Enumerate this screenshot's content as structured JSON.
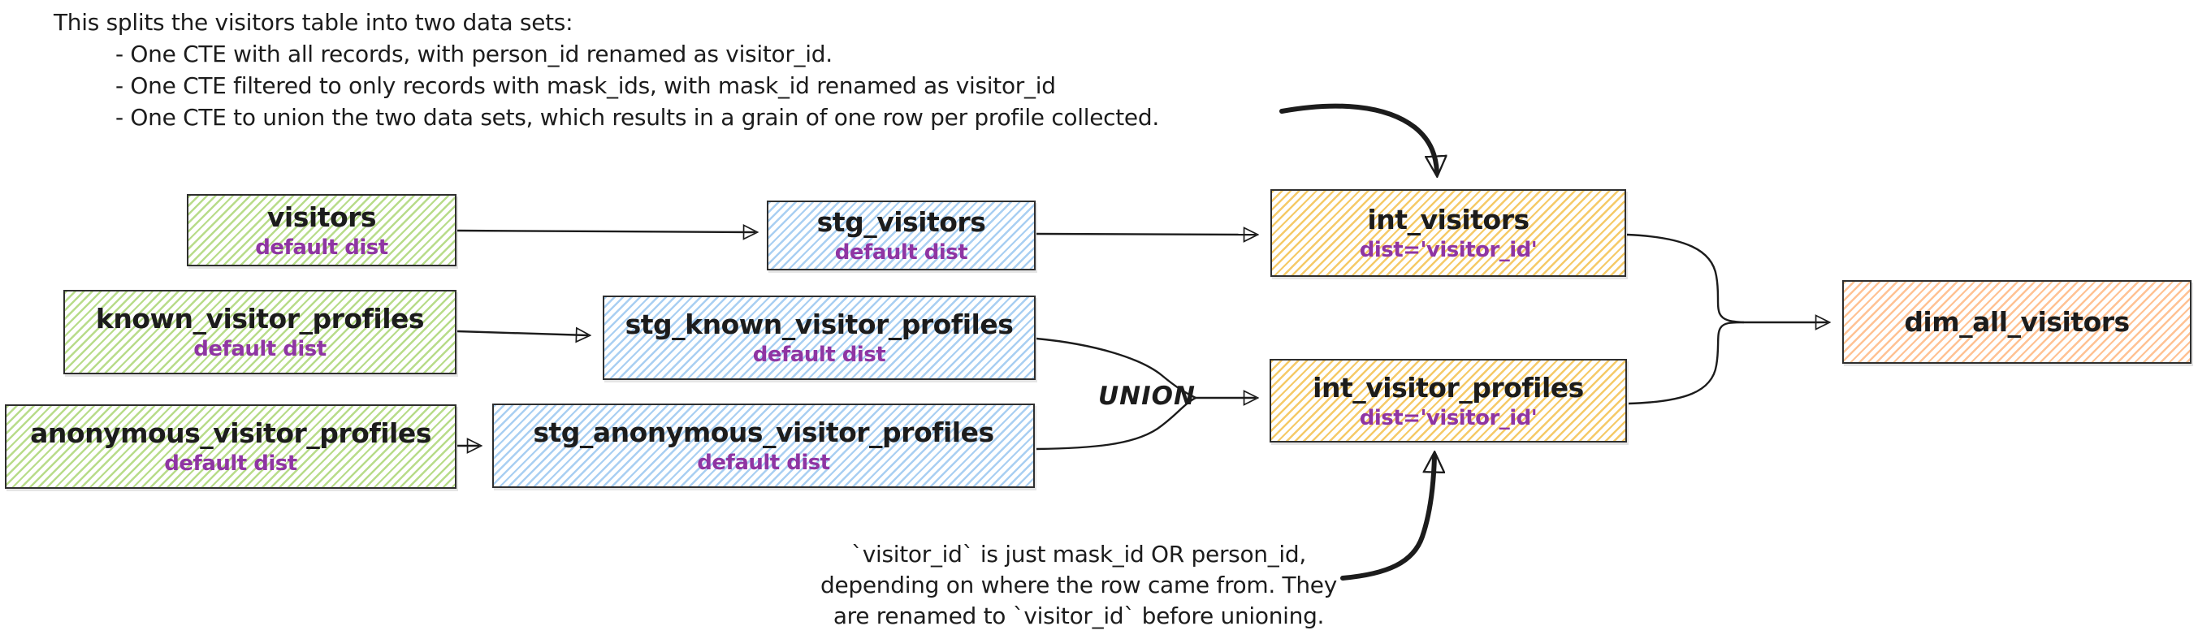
{
  "notes": {
    "top": {
      "lines": [
        "This splits the visitors table into two data sets:",
        "- One CTE with all records, with person_id renamed as visitor_id.",
        "- One CTE filtered to only records with mask_ids, with mask_id renamed as visitor_id",
        "- One CTE to union the two data sets, which results in a grain of one row per profile collected."
      ],
      "arrow_target": "int_visitors"
    },
    "bottom": {
      "lines": [
        "`visitor_id` is just mask_id OR person_id,",
        "depending on where the row came from. They",
        "are renamed to `visitor_id` before unioning."
      ],
      "text": "`visitor_id` is just mask_id OR person_id, depending on where the row came from. They are renamed to `visitor_id` before unioning.",
      "arrow_target": "int_visitor_profiles"
    }
  },
  "union_label": "UNION",
  "nodes": [
    {
      "id": "visitors",
      "title": "visitors",
      "subtitle": "default dist",
      "fill": "green"
    },
    {
      "id": "stg_visitors",
      "title": "stg_visitors",
      "subtitle": "default dist",
      "fill": "blue"
    },
    {
      "id": "int_visitors",
      "title": "int_visitors",
      "subtitle": "dist='visitor_id'",
      "fill": "yellow"
    },
    {
      "id": "known_visitor_profiles",
      "title": "known_visitor_profiles",
      "subtitle": "default dist",
      "fill": "green"
    },
    {
      "id": "stg_known_visitor_profiles",
      "title": "stg_known_visitor_profiles",
      "subtitle": "default dist",
      "fill": "blue"
    },
    {
      "id": "int_visitor_profiles",
      "title": "int_visitor_profiles",
      "subtitle": "dist='visitor_id'",
      "fill": "yellow"
    },
    {
      "id": "anonymous_visitor_profiles",
      "title": "anonymous_visitor_profiles",
      "subtitle": "default dist",
      "fill": "green"
    },
    {
      "id": "stg_anonymous_visitor_profiles",
      "title": "stg_anonymous_visitor_profiles",
      "subtitle": "default dist",
      "fill": "blue"
    },
    {
      "id": "dim_all_visitors",
      "title": "dim_all_visitors",
      "subtitle": "",
      "fill": "orange"
    }
  ],
  "edges": [
    {
      "from": "visitors",
      "to": "stg_visitors"
    },
    {
      "from": "stg_visitors",
      "to": "int_visitors"
    },
    {
      "from": "known_visitor_profiles",
      "to": "stg_known_visitor_profiles"
    },
    {
      "from": "anonymous_visitor_profiles",
      "to": "stg_anonymous_visitor_profiles"
    },
    {
      "from": "stg_known_visitor_profiles",
      "to": "int_visitor_profiles",
      "label": "UNION"
    },
    {
      "from": "stg_anonymous_visitor_profiles",
      "to": "int_visitor_profiles",
      "label": "UNION"
    },
    {
      "from": "int_visitors",
      "to": "dim_all_visitors"
    },
    {
      "from": "int_visitor_profiles",
      "to": "dim_all_visitors"
    }
  ],
  "colors": {
    "ink": "#1c1c1c",
    "border": "#2f2f2f",
    "label-purple": "#8f35a3",
    "hatch-green": "#b8dc8a",
    "hatch-blue": "#a9cff2",
    "hatch-yellow": "#f5ca68",
    "hatch-orange": "#ffc294"
  }
}
